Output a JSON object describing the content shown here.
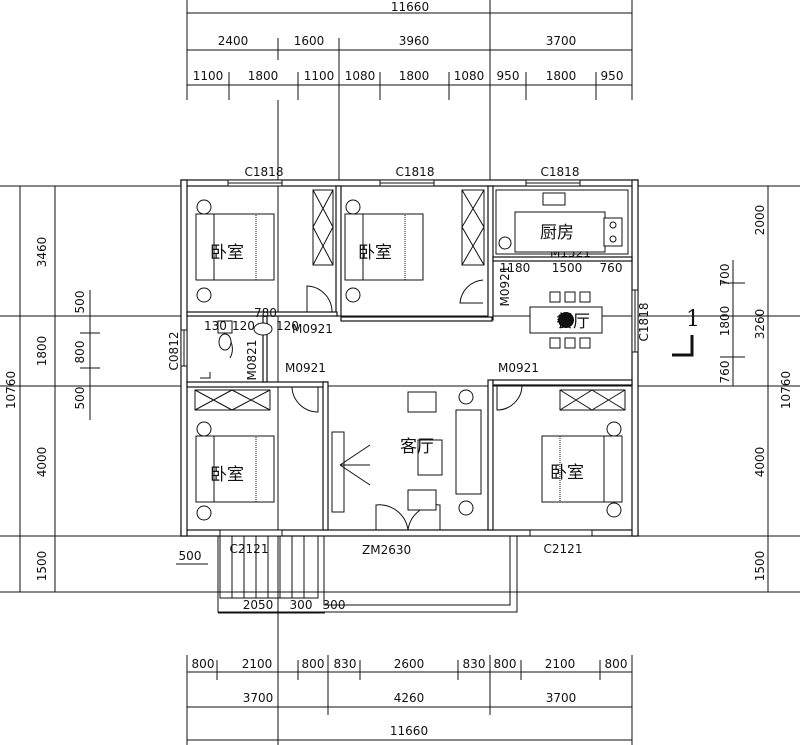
{
  "dimensions": {
    "top_total": "11660",
    "top_row2": [
      "2400",
      "1600",
      "3960",
      "3700"
    ],
    "top_row3": [
      "1100",
      "1800",
      "1100",
      "1080",
      "1800",
      "1080",
      "950",
      "1800",
      "950"
    ],
    "bottom_row1": [
      "800",
      "2100",
      "800",
      "830",
      "2600",
      "830",
      "800",
      "2100",
      "800"
    ],
    "bottom_row2": [
      "3700",
      "4260",
      "3700"
    ],
    "bottom_total": "11660",
    "left_outer": [
      "3460",
      "1800",
      "4000",
      "1500"
    ],
    "left_total": "10760",
    "left_inner": [
      "500",
      "800",
      "500"
    ],
    "right_outer": [
      "2000",
      "3260",
      "4000",
      "1500"
    ],
    "right_total": "10760",
    "right_inner": [
      "700",
      "1800",
      "760"
    ],
    "kitchen_door_dims": [
      "1180",
      "1500",
      "760"
    ],
    "bathroom_dims": [
      "130",
      "780",
      "120",
      "120"
    ],
    "stair_dims": [
      "2050",
      "300",
      "300"
    ],
    "porch_dim": "500"
  },
  "windows": {
    "w1": "C1818",
    "w2": "C1818",
    "w3": "C1818",
    "dining_window": "C1818",
    "bath_window": "C0812",
    "bottom_left": "C2121",
    "bottom_right": "C2121"
  },
  "doors": {
    "bath_door": "M0921",
    "bath_small_door": "M0821",
    "bed_tl_door": "M0921",
    "bed_bl_door": "M0921",
    "bed_br_door": "M0921",
    "kitchen_door": "M1521",
    "main_door": "ZM2630"
  },
  "rooms": {
    "bedroom_tl": "卧室",
    "bedroom_tm": "卧室",
    "bedroom_bl": "卧室",
    "bedroom_br": "卧室",
    "kitchen": "厨房",
    "dining": "餐厅",
    "living": "客厅"
  },
  "section_mark": "1"
}
